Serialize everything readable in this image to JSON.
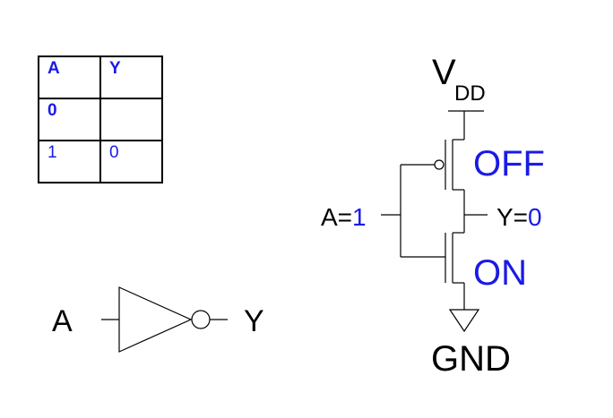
{
  "truth_table": {
    "headers": [
      "A",
      "Y"
    ],
    "rows": [
      [
        "0",
        ""
      ],
      [
        "1",
        "0"
      ]
    ]
  },
  "inverter_symbol": {
    "input_label": "A",
    "output_label": "Y"
  },
  "circuit": {
    "supply_label": "V",
    "supply_subscript": "DD",
    "ground_label": "GND",
    "input_label": "A=",
    "input_value": "1",
    "output_label": "Y=",
    "output_value": "0",
    "pmos_state": "OFF",
    "nmos_state": "ON"
  },
  "colors": {
    "highlight": "#1a1ae6",
    "ink": "#000000"
  }
}
